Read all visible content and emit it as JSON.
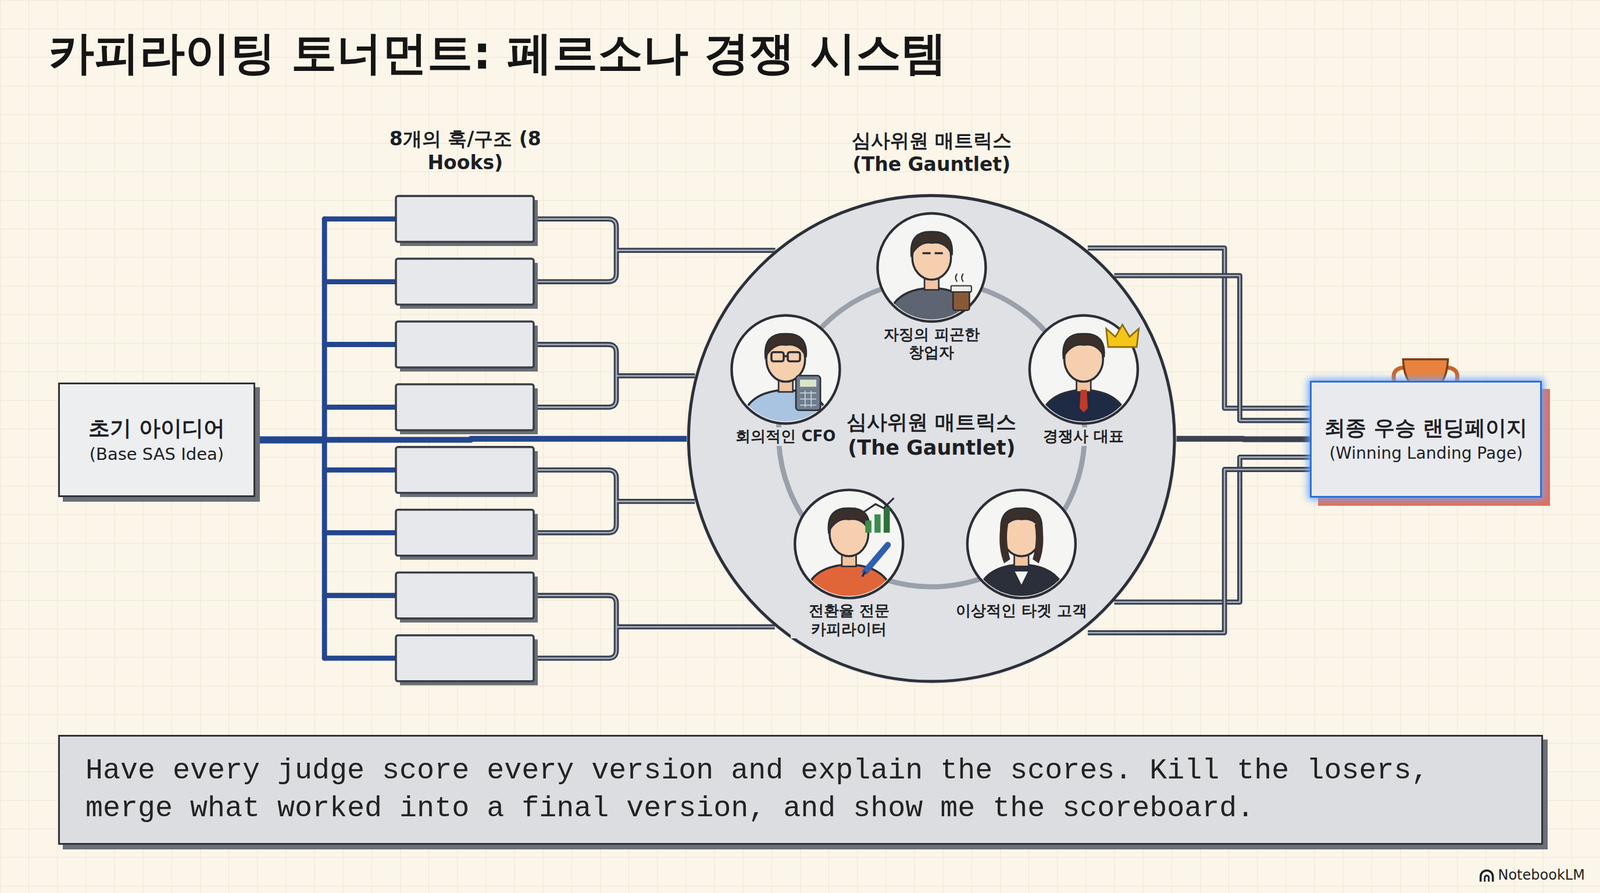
{
  "diagram": {
    "title": "카피라이팅 토너먼트: 페르소나 경쟁 시스템",
    "nodes": [
      {
        "text": [
          "초기 아이디어",
          "(Base SAS Idea)"
        ]
      },
      {
        "text": [
          "심사위원 매트릭스 (The Gauntlet)",
          "심사위원 매트릭스 (The Gauntlet)"
        ]
      },
      {
        "text": [
          "자징의 피곤한 창업자"
        ],
        "in": 1
      },
      {
        "text": [
          "회의적인 CFO"
        ],
        "in": 1
      },
      {
        "text": [
          "경쟁사 대표"
        ],
        "in": 1
      },
      {
        "text": [
          "전환율 전문 카피라이터"
        ],
        "in": 1
      },
      {
        "text": [
          "이상적인 타겟 고객"
        ],
        "in": 1
      },
      {
        "text": [
          "최종 우승 랜딩페이지",
          "(Winning Landing Page)"
        ]
      },
      {
        "text": [
          "Have every judge score every version and explain the scores. Kill the losers, merge what worked into a final version, and show me the scoreboard."
        ]
      }
    ],
    "edges": [
      {
        "from": 0,
        "to": 1,
        "arrow": "none"
      },
      {
        "from": 1,
        "to": 7,
        "arrow": "none"
      }
    ],
    "labels": [
      "8개의 훅/구조 (8 Hooks)",
      "NotebookLM"
    ]
  }
}
